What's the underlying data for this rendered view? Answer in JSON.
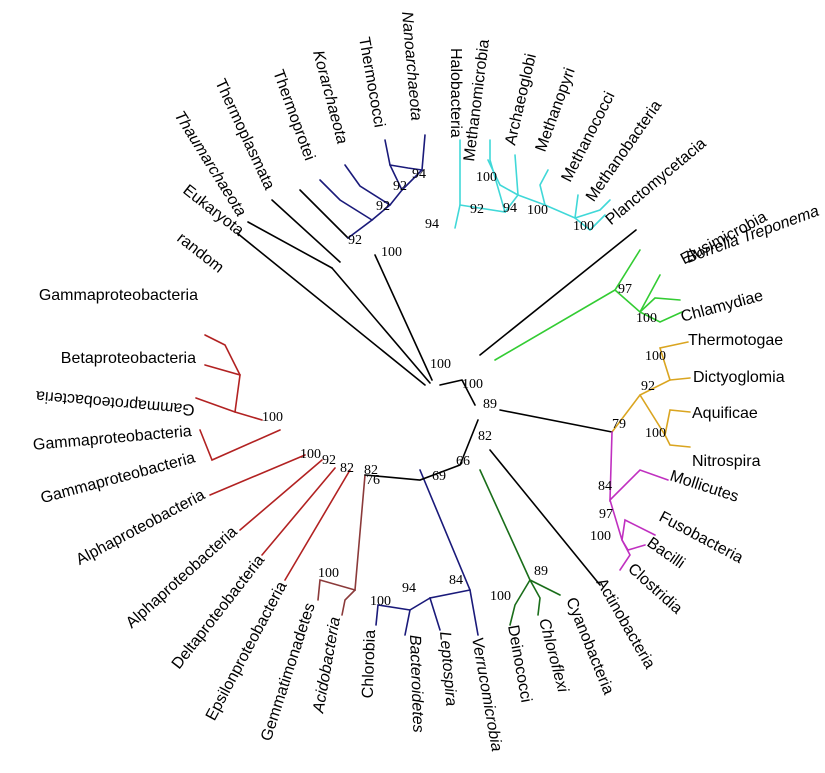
{
  "colors": {
    "default": "#000000",
    "red": "#b22222",
    "brown": "#8b3a3a",
    "navy": "#1a1a7a",
    "cyan": "#40d8d8",
    "green": "#33cc33",
    "gold": "#daa520",
    "magenta": "#c030c0",
    "dkgreen": "#1a6e1a"
  },
  "leaves": [
    {
      "id": "random",
      "label": "random",
      "italic": false,
      "color": "default"
    },
    {
      "id": "eukaryota",
      "label": "Eukaryota",
      "italic": false,
      "color": "default"
    },
    {
      "id": "thaumarchaeota",
      "label": "Thaumarchaeota",
      "italic": true,
      "color": "default"
    },
    {
      "id": "thermoplasmata",
      "label": "Thermoplasmata",
      "italic": false,
      "color": "default"
    },
    {
      "id": "thermoprotei",
      "label": "Thermoprotei",
      "italic": false,
      "color": "navy"
    },
    {
      "id": "korarchaeota",
      "label": "Korarchaeota",
      "italic": true,
      "color": "navy"
    },
    {
      "id": "thermococci",
      "label": "Thermococci",
      "italic": false,
      "color": "navy"
    },
    {
      "id": "nanoarchaeota",
      "label": "Nanoarchaeota",
      "italic": true,
      "color": "navy"
    },
    {
      "id": "halobacteria",
      "label": "Halobacteria",
      "italic": false,
      "color": "cyan"
    },
    {
      "id": "methanomicrobia",
      "label": "Methanomicrobia",
      "italic": false,
      "color": "cyan"
    },
    {
      "id": "archaeoglobi",
      "label": "Archaeoglobi",
      "italic": false,
      "color": "cyan"
    },
    {
      "id": "methanopyri",
      "label": "Methanopyri",
      "italic": false,
      "color": "cyan"
    },
    {
      "id": "methanococci",
      "label": "Methanococci",
      "italic": false,
      "color": "cyan"
    },
    {
      "id": "methanobacteria",
      "label": "Methanobacteria",
      "italic": false,
      "color": "cyan"
    },
    {
      "id": "planctomycetacia",
      "label": "Planctomycetacia",
      "italic": false,
      "color": "default"
    },
    {
      "id": "elusimicrobia",
      "label": "Elusimicrobia",
      "italic": false,
      "color": "green"
    },
    {
      "id": "borrelia",
      "label": "Borrelia Treponema",
      "italic": true,
      "color": "green"
    },
    {
      "id": "chlamydiae",
      "label": "Chlamydiae",
      "italic": false,
      "color": "green"
    },
    {
      "id": "thermotogae",
      "label": "Thermotogae",
      "italic": false,
      "color": "gold"
    },
    {
      "id": "dictyoglomia",
      "label": "Dictyoglomia",
      "italic": false,
      "color": "gold"
    },
    {
      "id": "aquificae",
      "label": "Aquificae",
      "italic": false,
      "color": "gold"
    },
    {
      "id": "nitrospira",
      "label": "Nitrospira",
      "italic": false,
      "color": "gold"
    },
    {
      "id": "mollicutes",
      "label": "Mollicutes",
      "italic": false,
      "color": "magenta"
    },
    {
      "id": "fusobacteria",
      "label": "Fusobacteria",
      "italic": false,
      "color": "magenta"
    },
    {
      "id": "bacilli",
      "label": "Bacilli",
      "italic": false,
      "color": "magenta"
    },
    {
      "id": "clostridia",
      "label": "Clostridia",
      "italic": false,
      "color": "magenta"
    },
    {
      "id": "actinobacteria",
      "label": "Actinobacteria",
      "italic": false,
      "color": "default"
    },
    {
      "id": "cyanobacteria",
      "label": "Cyanobacteria",
      "italic": false,
      "color": "dkgreen"
    },
    {
      "id": "chloroflexi",
      "label": "Chloroflexi",
      "italic": true,
      "color": "dkgreen"
    },
    {
      "id": "deinococci",
      "label": "Deinococci",
      "italic": false,
      "color": "dkgreen"
    },
    {
      "id": "verrucomicrobia",
      "label": "Verrucomicrobia",
      "italic": true,
      "color": "navy"
    },
    {
      "id": "leptospira",
      "label": "Leptospira",
      "italic": true,
      "color": "navy"
    },
    {
      "id": "bacteroidetes",
      "label": "Bacteroidetes",
      "italic": true,
      "color": "navy"
    },
    {
      "id": "chlorobia",
      "label": "Chlorobia",
      "italic": false,
      "color": "navy"
    },
    {
      "id": "acidobacteria",
      "label": "Acidobacteria",
      "italic": true,
      "color": "brown"
    },
    {
      "id": "gemmatimonadetes",
      "label": "Gemmatimonadetes",
      "italic": false,
      "color": "brown"
    },
    {
      "id": "epsilonproteobacteria",
      "label": "Epsilonproteobacteria",
      "italic": false,
      "color": "red"
    },
    {
      "id": "deltaproteobacteria",
      "label": "Deltaproteobacteria",
      "italic": false,
      "color": "red"
    },
    {
      "id": "alphaproteobacteria1",
      "label": "Alphaproteobacteria",
      "italic": false,
      "color": "red"
    },
    {
      "id": "alphaproteobacteria2",
      "label": "Alphaproteobacteria",
      "italic": false,
      "color": "red"
    },
    {
      "id": "gammaproteobacteria1",
      "label": "Gammaproteobacteria",
      "italic": false,
      "color": "red"
    },
    {
      "id": "gammaproteobacteria2",
      "label": "Gammaproteobacteria",
      "italic": false,
      "color": "red"
    },
    {
      "id": "gammaproteobacteria3",
      "label": "Gammaproteobacteria",
      "italic": false,
      "color": "red"
    },
    {
      "id": "betaproteobacteria",
      "label": "Betaproteobacteria",
      "italic": false,
      "color": "red"
    },
    {
      "id": "gammaproteobacteria4",
      "label": "Gammaproteobacteria",
      "italic": false,
      "color": "red"
    }
  ],
  "bootstrap": [
    {
      "id": "b_root",
      "value": "100"
    },
    {
      "id": "b_archaea",
      "value": "100"
    },
    {
      "id": "b_94a",
      "value": "94"
    },
    {
      "id": "b_92a",
      "value": "92"
    },
    {
      "id": "b_92b",
      "value": "92"
    },
    {
      "id": "b_92c",
      "value": "92"
    },
    {
      "id": "b_94b",
      "value": "94"
    },
    {
      "id": "b_92d",
      "value": "92"
    },
    {
      "id": "b_94c",
      "value": "94"
    },
    {
      "id": "b_100a",
      "value": "100"
    },
    {
      "id": "b_100b",
      "value": "100"
    },
    {
      "id": "b_100c",
      "value": "100"
    },
    {
      "id": "b_bact",
      "value": "100"
    },
    {
      "id": "b_89",
      "value": "89"
    },
    {
      "id": "b_97a",
      "value": "97"
    },
    {
      "id": "b_100d",
      "value": "100"
    },
    {
      "id": "b_82a",
      "value": "82"
    },
    {
      "id": "b_79",
      "value": "79"
    },
    {
      "id": "b_100e",
      "value": "100"
    },
    {
      "id": "b_92e",
      "value": "92"
    },
    {
      "id": "b_100f",
      "value": "100"
    },
    {
      "id": "b_84a",
      "value": "84"
    },
    {
      "id": "b_97b",
      "value": "97"
    },
    {
      "id": "b_100g",
      "value": "100"
    },
    {
      "id": "b_66",
      "value": "66"
    },
    {
      "id": "b_69",
      "value": "69"
    },
    {
      "id": "b_89b",
      "value": "89"
    },
    {
      "id": "b_100h",
      "value": "100"
    },
    {
      "id": "b_76",
      "value": "76"
    },
    {
      "id": "b_84b",
      "value": "84"
    },
    {
      "id": "b_94d",
      "value": "94"
    },
    {
      "id": "b_100i",
      "value": "100"
    },
    {
      "id": "b_82b",
      "value": "82"
    },
    {
      "id": "b_100j",
      "value": "100"
    },
    {
      "id": "b_82c",
      "value": "82"
    },
    {
      "id": "b_92f",
      "value": "92"
    },
    {
      "id": "b_100k",
      "value": "100"
    },
    {
      "id": "b_100l",
      "value": "100"
    }
  ]
}
